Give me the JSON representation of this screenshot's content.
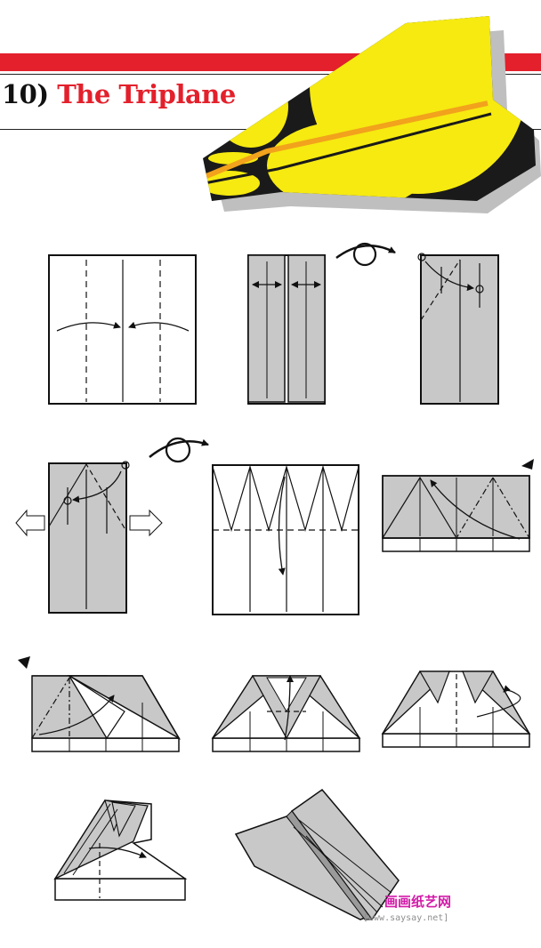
{
  "header": {
    "number": "10)",
    "title": "The Triplane"
  },
  "colors": {
    "accent_red": "#e3202b",
    "plane_yellow": "#f6ea10",
    "plane_black": "#1a1a1a",
    "paper_gray": "#c8c8c8",
    "watermark_pink": "#d21ba8"
  },
  "watermark": {
    "label": "画画纸艺网",
    "url": "[www.saysay.net]"
  }
}
